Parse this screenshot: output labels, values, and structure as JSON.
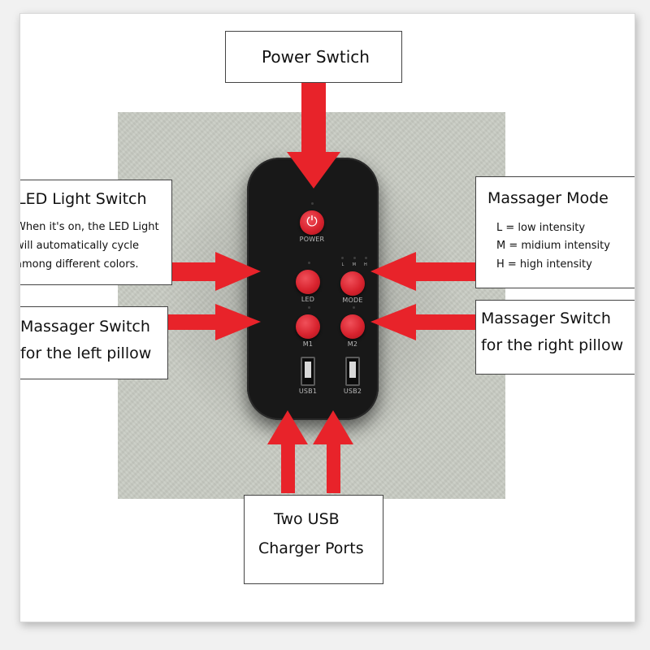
{
  "power_box": {
    "title": "Power Swtich"
  },
  "led_box": {
    "title": "LED Light Switch",
    "desc_lines": [
      "When it's on, the LED Light",
      "will automatically cycle",
      "among different colors."
    ]
  },
  "mode_box": {
    "title": "Massager Mode",
    "lines": [
      "L = low intensity",
      "M = midium intensity",
      "H = high intensity"
    ]
  },
  "left_box": {
    "line1": "Massager Switch",
    "line2": "for the left pillow"
  },
  "right_box": {
    "line1": "Massager Switch",
    "line2": "for the right pillow"
  },
  "usb_box": {
    "line1": "Two USB",
    "line2": "Charger Ports"
  },
  "panel": {
    "power_label": "POWER",
    "led_label": "LED",
    "mode_label": "MODE",
    "m1_label": "M1",
    "m2_label": "M2",
    "usb1_label": "USB1",
    "usb2_label": "USB2",
    "lmh": [
      "L",
      "M",
      "H"
    ],
    "power_symbol": "⏻"
  },
  "colors": {
    "arrow": "#e8232a",
    "button": "#d8232e",
    "panel": "#181818",
    "background": "#c9ccc4"
  }
}
